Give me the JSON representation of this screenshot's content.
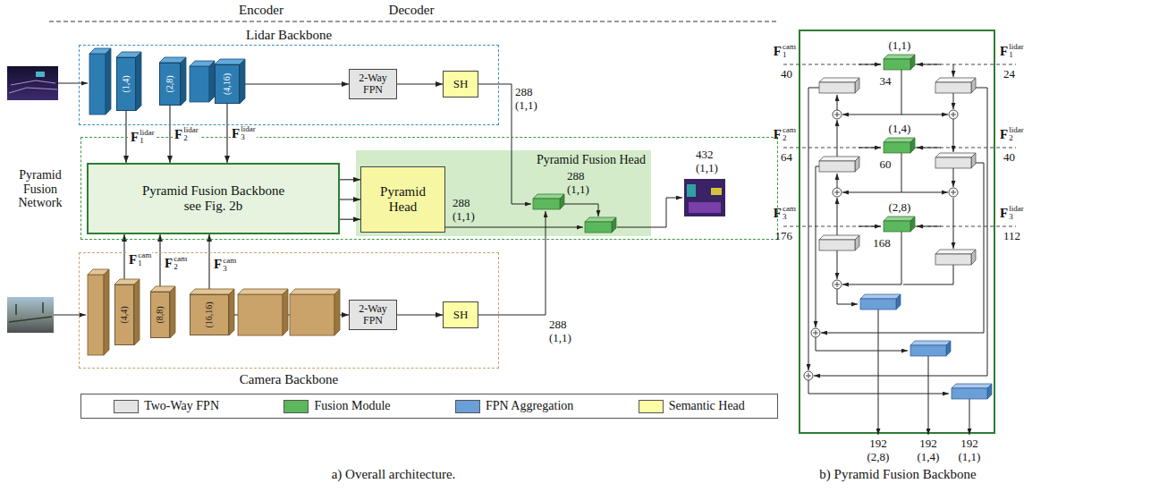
{
  "diagram": {
    "nodes": [
      {
        "text": [
          "Lidar Backbone"
        ]
      },
      {
        "text": [
          "(1,4)"
        ],
        "in": 0
      },
      {
        "text": [
          "(2,8)"
        ],
        "in": 0
      },
      {
        "text": [
          "(4,16)"
        ],
        "in": 0
      },
      {
        "text": [
          "2-Way FPN"
        ],
        "in": 0
      },
      {
        "text": [
          "SH"
        ],
        "in": 0
      },
      {
        "text": [
          "Pyramid Fusion Network"
        ]
      },
      {
        "text": [
          "Pyramid Fusion Backbone see Fig. 2b"
        ],
        "in": 6
      },
      {
        "text": [
          "Pyramid Fusion Head"
        ],
        "in": 6
      },
      {
        "text": [
          "Pyramid Head"
        ],
        "in": 8
      },
      {
        "text": [
          "Camera Backbone"
        ]
      },
      {
        "text": [
          "(4,4)"
        ],
        "in": 10
      },
      {
        "text": [
          "(8,8)"
        ],
        "in": 10
      },
      {
        "text": [
          "(16,16)"
        ],
        "in": 10
      },
      {
        "text": [
          "2-Way FPN"
        ],
        "in": 10
      },
      {
        "text": [
          "SH"
        ],
        "in": 10
      }
    ],
    "edges": [
      {
        "from": 1,
        "to": 7,
        "arrow": "to",
        "label": "F1lidar"
      },
      {
        "from": 2,
        "to": 7,
        "arrow": "to",
        "label": "F2lidar"
      },
      {
        "from": 3,
        "to": 7,
        "arrow": "to",
        "label": "F3lidar"
      },
      {
        "from": 3,
        "to": 4,
        "arrow": "to"
      },
      {
        "from": 4,
        "to": 5,
        "arrow": "to"
      },
      {
        "from": 11,
        "to": 7,
        "arrow": "to",
        "label": "F1cam"
      },
      {
        "from": 12,
        "to": 7,
        "arrow": "to",
        "label": "F2cam"
      },
      {
        "from": 13,
        "to": 7,
        "arrow": "to",
        "label": "F3cam"
      },
      {
        "from": 13,
        "to": 14,
        "arrow": "to"
      },
      {
        "from": 14,
        "to": 15,
        "arrow": "to"
      },
      {
        "from": 7,
        "to": 9,
        "arrow": "to"
      },
      {
        "from": 7,
        "to": 9,
        "arrow": "to"
      },
      {
        "from": 7,
        "to": 9,
        "arrow": "to"
      }
    ],
    "labels": [
      "Encoder",
      "Decoder",
      "288 (1,1)",
      "288 (1,1)",
      "288 (1,1)",
      "432 (1,1)",
      "288 (1,1)",
      "a) Overall architecture.",
      "F1cam",
      "40",
      "F1lidar",
      "24",
      "(1,1)",
      "34",
      "F2cam",
      "64",
      "F2lidar",
      "40",
      "(1,4)",
      "60",
      "F3cam",
      "176",
      "F3lidar",
      "112",
      "(2,8)",
      "168",
      "192 (2,8)",
      "192 (1,4)",
      "192 (1,1)",
      "b) Pyramid Fusion Backbone"
    ],
    "legend": [
      {
        "text": "Two-Way FPN",
        "color": "#e4e4e4"
      },
      {
        "text": "Fusion Module",
        "color": "#5cb85c"
      },
      {
        "text": "FPN Aggregation",
        "color": "#6b9fd8"
      },
      {
        "text": "Semantic Head",
        "color": "#fdfda6"
      }
    ]
  }
}
